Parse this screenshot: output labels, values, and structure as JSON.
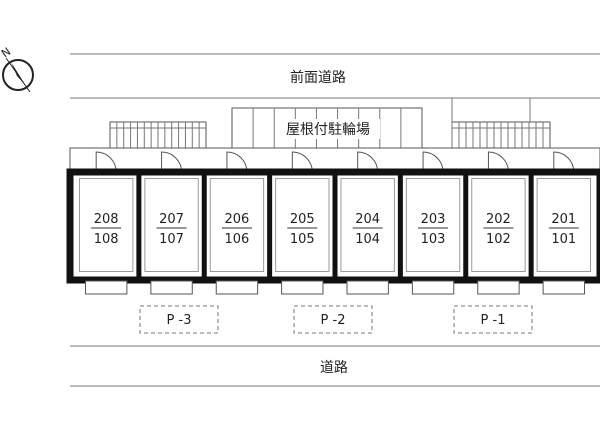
{
  "compass": {
    "north_label": "N"
  },
  "roads": {
    "front": "前面道路",
    "bottom": "道路"
  },
  "carport": {
    "label": "屋根付駐輪場"
  },
  "units": [
    {
      "upper": "208",
      "lower": "108"
    },
    {
      "upper": "207",
      "lower": "107"
    },
    {
      "upper": "206",
      "lower": "106"
    },
    {
      "upper": "205",
      "lower": "105"
    },
    {
      "upper": "204",
      "lower": "104"
    },
    {
      "upper": "203",
      "lower": "103"
    },
    {
      "upper": "202",
      "lower": "102"
    },
    {
      "upper": "201",
      "lower": "101"
    }
  ],
  "parking": [
    "P -3",
    "P -2",
    "P -1"
  ]
}
